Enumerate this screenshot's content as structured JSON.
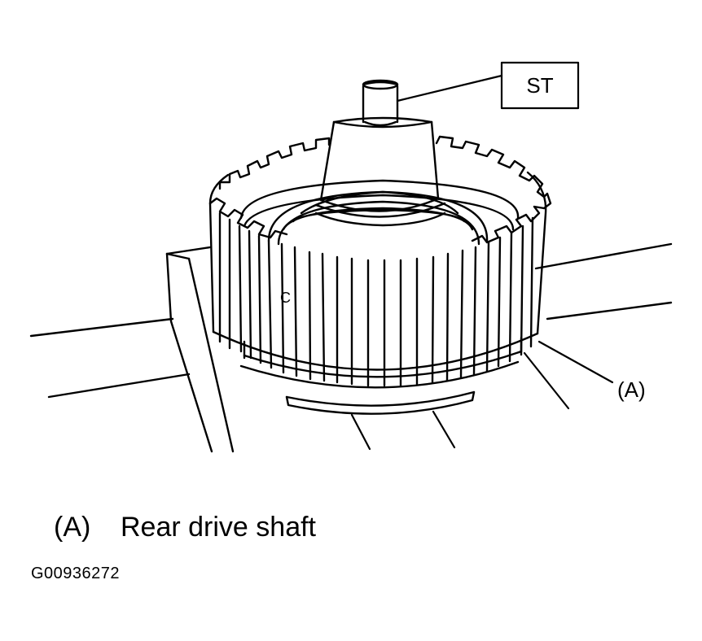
{
  "callouts": {
    "st": "ST",
    "a": "(A)"
  },
  "legend": {
    "key": "(A)",
    "text": "Rear drive shaft"
  },
  "figure_id": "G00936272",
  "part_mark": "C"
}
